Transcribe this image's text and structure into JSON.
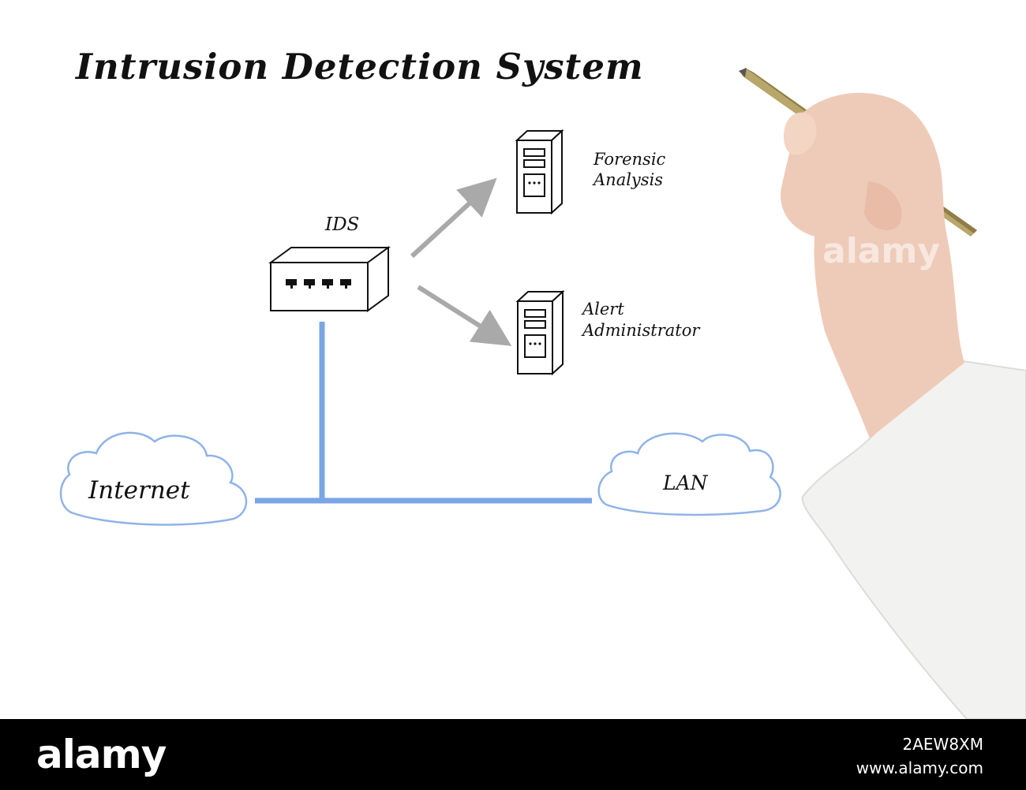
{
  "title": "Intrusion Detection System",
  "nodes": {
    "ids": "IDS",
    "forensic": [
      "Forensic",
      "Analysis"
    ],
    "alert": [
      "Alert",
      "Administrator"
    ],
    "internet": "Internet",
    "lan": "LAN"
  },
  "colors": {
    "network_line": "#7aa6e4",
    "cloud_outline": "#8fb3e8",
    "arrow": "#a9a9a9",
    "footer_bg": "#000000"
  },
  "watermark": "alamy",
  "footer": {
    "logo": "alamy",
    "image_id": "2AEW8XM",
    "site": "www.alamy.com"
  }
}
